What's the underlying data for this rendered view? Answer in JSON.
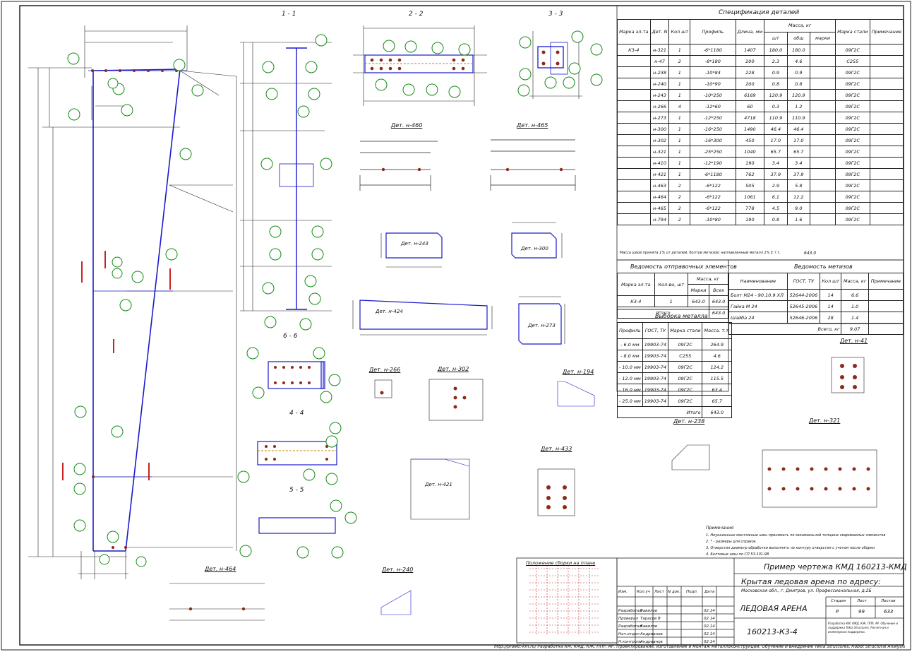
{
  "sections": {
    "s11": "1 - 1",
    "s22": "2 - 2",
    "s33": "3 - 3",
    "s66": "6 - 6",
    "s44": "4 - 4",
    "s55": "5 - 5"
  },
  "details": {
    "d460": "Дет. н-460",
    "d465": "Дет. н-465",
    "d243": "Дет. н-243",
    "d300": "Дет. н-300",
    "d424": "Дет. н-424",
    "d273": "Дет. н-273",
    "d266": "Дет. н-266",
    "d302": "Дет. н-302",
    "d194": "Дет. н-194",
    "d41": "Дет. н-41",
    "d433": "Дет. н-433",
    "d421": "Дет. н-421",
    "d238": "Дет. н-238",
    "d321": "Дет. н-321",
    "d464": "Дет. н-464",
    "d240": "Дет. н-240"
  },
  "spec": {
    "title": "Спецификация деталей",
    "headers": [
      "Марка эл-та",
      "Дет. N",
      "Кол шт",
      "Профиль",
      "Длина, мм",
      "Масса, кг",
      "шт",
      "общ",
      "марки",
      "Марка стали",
      "Примечание"
    ],
    "mark": "К3-4",
    "rows": [
      [
        "н-321",
        "1",
        "-6*1180",
        "1407",
        "180.0",
        "180.0",
        "09Г2С"
      ],
      [
        "н-47",
        "2",
        "-8*180",
        "200",
        "2.3",
        "4.6",
        "С255"
      ],
      [
        "н-238",
        "1",
        "-10*84",
        "228",
        "0.9",
        "0.9",
        "09Г2С"
      ],
      [
        "н-240",
        "1",
        "-10*90",
        "200",
        "0.8",
        "0.8",
        "09Г2С"
      ],
      [
        "н-243",
        "1",
        "-10*250",
        "6169",
        "120.9",
        "120.9",
        "09Г2С"
      ],
      [
        "н-266",
        "4",
        "-12*60",
        "60",
        "0.3",
        "1.2",
        "09Г2С"
      ],
      [
        "н-273",
        "1",
        "-12*250",
        "4718",
        "110.9",
        "110.9",
        "09Г2С"
      ],
      [
        "н-300",
        "1",
        "-16*250",
        "1490",
        "46.4",
        "46.4",
        "09Г2С"
      ],
      [
        "н-302",
        "1",
        "-16*300",
        "450",
        "17.0",
        "17.0",
        "09Г2С"
      ],
      [
        "н-321",
        "1",
        "-25*250",
        "1040",
        "65.7",
        "65.7",
        "09Г2С"
      ],
      [
        "н-410",
        "1",
        "-12*190",
        "190",
        "3.4",
        "3.4",
        "09Г2С"
      ],
      [
        "н-421",
        "1",
        "-6*1180",
        "762",
        "37.9",
        "37.9",
        "09Г2С"
      ],
      [
        "н-463",
        "2",
        "-6*122",
        "505",
        "2.9",
        "5.8",
        "09Г2С"
      ],
      [
        "н-464",
        "2",
        "-6*122",
        "1061",
        "6.1",
        "12.2",
        "09Г2С"
      ],
      [
        "н-465",
        "2",
        "-6*122",
        "778",
        "4.5",
        "9.0",
        "09Г2С"
      ],
      [
        "н-794",
        "2",
        "-10*80",
        "190",
        "0.8",
        "1.6",
        "09Г2С"
      ]
    ],
    "footnote": "Масса швов принята 1% от деталей, болтов метизов; наплавленный металл 1%   Σ т.т.",
    "total": "643.0"
  },
  "shipping": {
    "title": "Ведомость отправочных элементов",
    "headers": [
      "Марка эл-та",
      "Кол-во, шт",
      "Масса, кг",
      "Марки",
      "Всех"
    ],
    "row": [
      "К3-4",
      "1",
      "643.0",
      "643.0"
    ],
    "total_label": "Итого",
    "total": "643.0"
  },
  "metal": {
    "title": "Выборка металла",
    "headers": [
      "Профиль",
      "ГОСТ, ТУ",
      "Марка стали",
      "Масса, т.т."
    ],
    "rows": [
      [
        "- 6.0 мм",
        "19903-74",
        "09Г2С",
        "264.9"
      ],
      [
        "- 8.0 мм",
        "19903-74",
        "С255",
        "4.6"
      ],
      [
        "- 10.0 мм",
        "19903-74",
        "09Г2С",
        "124.2"
      ],
      [
        "- 12.0 мм",
        "19903-74",
        "09Г2С",
        "115.5"
      ],
      [
        "- 16.0 мм",
        "19903-74",
        "09Г2С",
        "63.4"
      ],
      [
        "- 25.0 мм",
        "19903-74",
        "09Г2С",
        "65.7"
      ]
    ],
    "total_label": "Итого",
    "total": "643.0"
  },
  "hardware": {
    "title": "Ведомость метизов",
    "headers": [
      "Наименование",
      "ГОСТ, ТУ",
      "Кол шт",
      "Масса, кг",
      "Примечание"
    ],
    "rows": [
      [
        "Болт М24 - 90.10.9 ХЛ",
        "52644-2006",
        "14",
        "6.6"
      ],
      [
        "Гайка М 24",
        "52645-2006",
        "14",
        "1.0"
      ],
      [
        "Шайба 24",
        "52646-2006",
        "28",
        "1.4"
      ]
    ],
    "total_label": "Всего, кг",
    "total": "9.07"
  },
  "notes": {
    "title": "Примечания",
    "lines": [
      "1. Неуказанные монтажные швы принимать по минимальной толщине свариваемых элементов",
      "2. * - размеры для справок",
      "3. Отверстия диаметр обработки выполнять по контуру отверстия с учетом после сборки",
      "4. Болтовые швы по СП 53-101-98"
    ]
  },
  "legend_box": {
    "title": "Положение сборки на плане"
  },
  "titleblock": {
    "project": "Пример чертежа КМД  160213-КМД",
    "object": "Крытая ледовая арена по адресу:",
    "address": "Московская обл., г. Дмитров, ул. Профессиональная, д.2Б",
    "sheet_name": "ЛЕДОВАЯ АРЕНА",
    "code": "160213-К3-4",
    "cols": [
      "Изм.",
      "Кол.уч",
      "Лист",
      "N док.",
      "Подп.",
      "Дата"
    ],
    "stage_h": "Стадия",
    "sheet_h": "Лист",
    "sheets_h": "Листов",
    "stage": "Р",
    "sheet": "99",
    "sheets": "633",
    "people": [
      [
        "Разработал",
        "Вавилов"
      ],
      [
        "Проверил",
        "Тарасов В"
      ],
      [
        "Разработал",
        "Вавилов"
      ],
      [
        "Нач.отдел",
        "Андрианов"
      ],
      [
        "Н.контроль",
        "Андрианов"
      ]
    ],
    "date": "02.14",
    "org": "Разработка КМ, КМД, КЖ, ППР, АР. Обучение и поддержка Tekla Structures. Расчетная и инженерная поддержка."
  },
  "footer": "http://proekt-km.ru/  Разработка КМ, КМД, КЖ, ППР, АР. Проектирование, изготовление и монтаж металлоконструкций. Обучение и внедрение Tekla Structures, Robot Structural Analysis"
}
